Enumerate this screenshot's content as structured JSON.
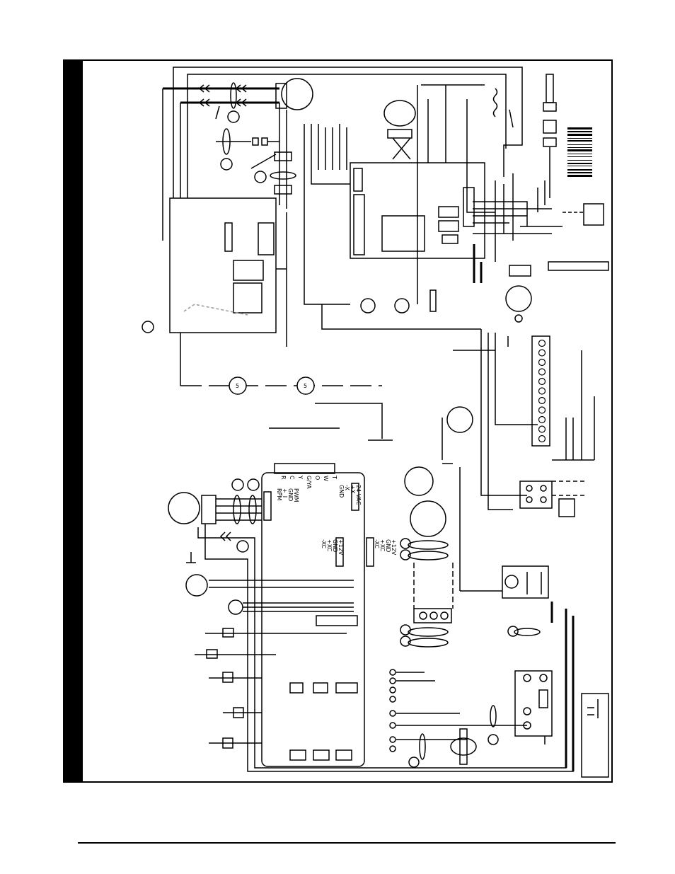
{
  "colors": {
    "ink": "#000000",
    "paper": "#ffffff",
    "dashed_wire": "#999999"
  },
  "cap_labels": {
    "a": "5",
    "b": "5"
  },
  "terminal_labels_top": [
    "R",
    "C",
    "Y",
    "G/YA",
    "O",
    "W",
    "T"
  ],
  "terminal_labels_comm": [
    "GND",
    "-X",
    "+X",
    "24 VAC"
  ],
  "terminal_labels_motor": [
    "RPM",
    "+_I",
    "GND",
    "PWM"
  ],
  "terminal_labels_bus_left": [
    "-XC",
    "+XC",
    "GND",
    "+12V"
  ],
  "terminal_labels_bus_right": [
    "-XC",
    "+XC",
    "GND",
    "+12V"
  ]
}
